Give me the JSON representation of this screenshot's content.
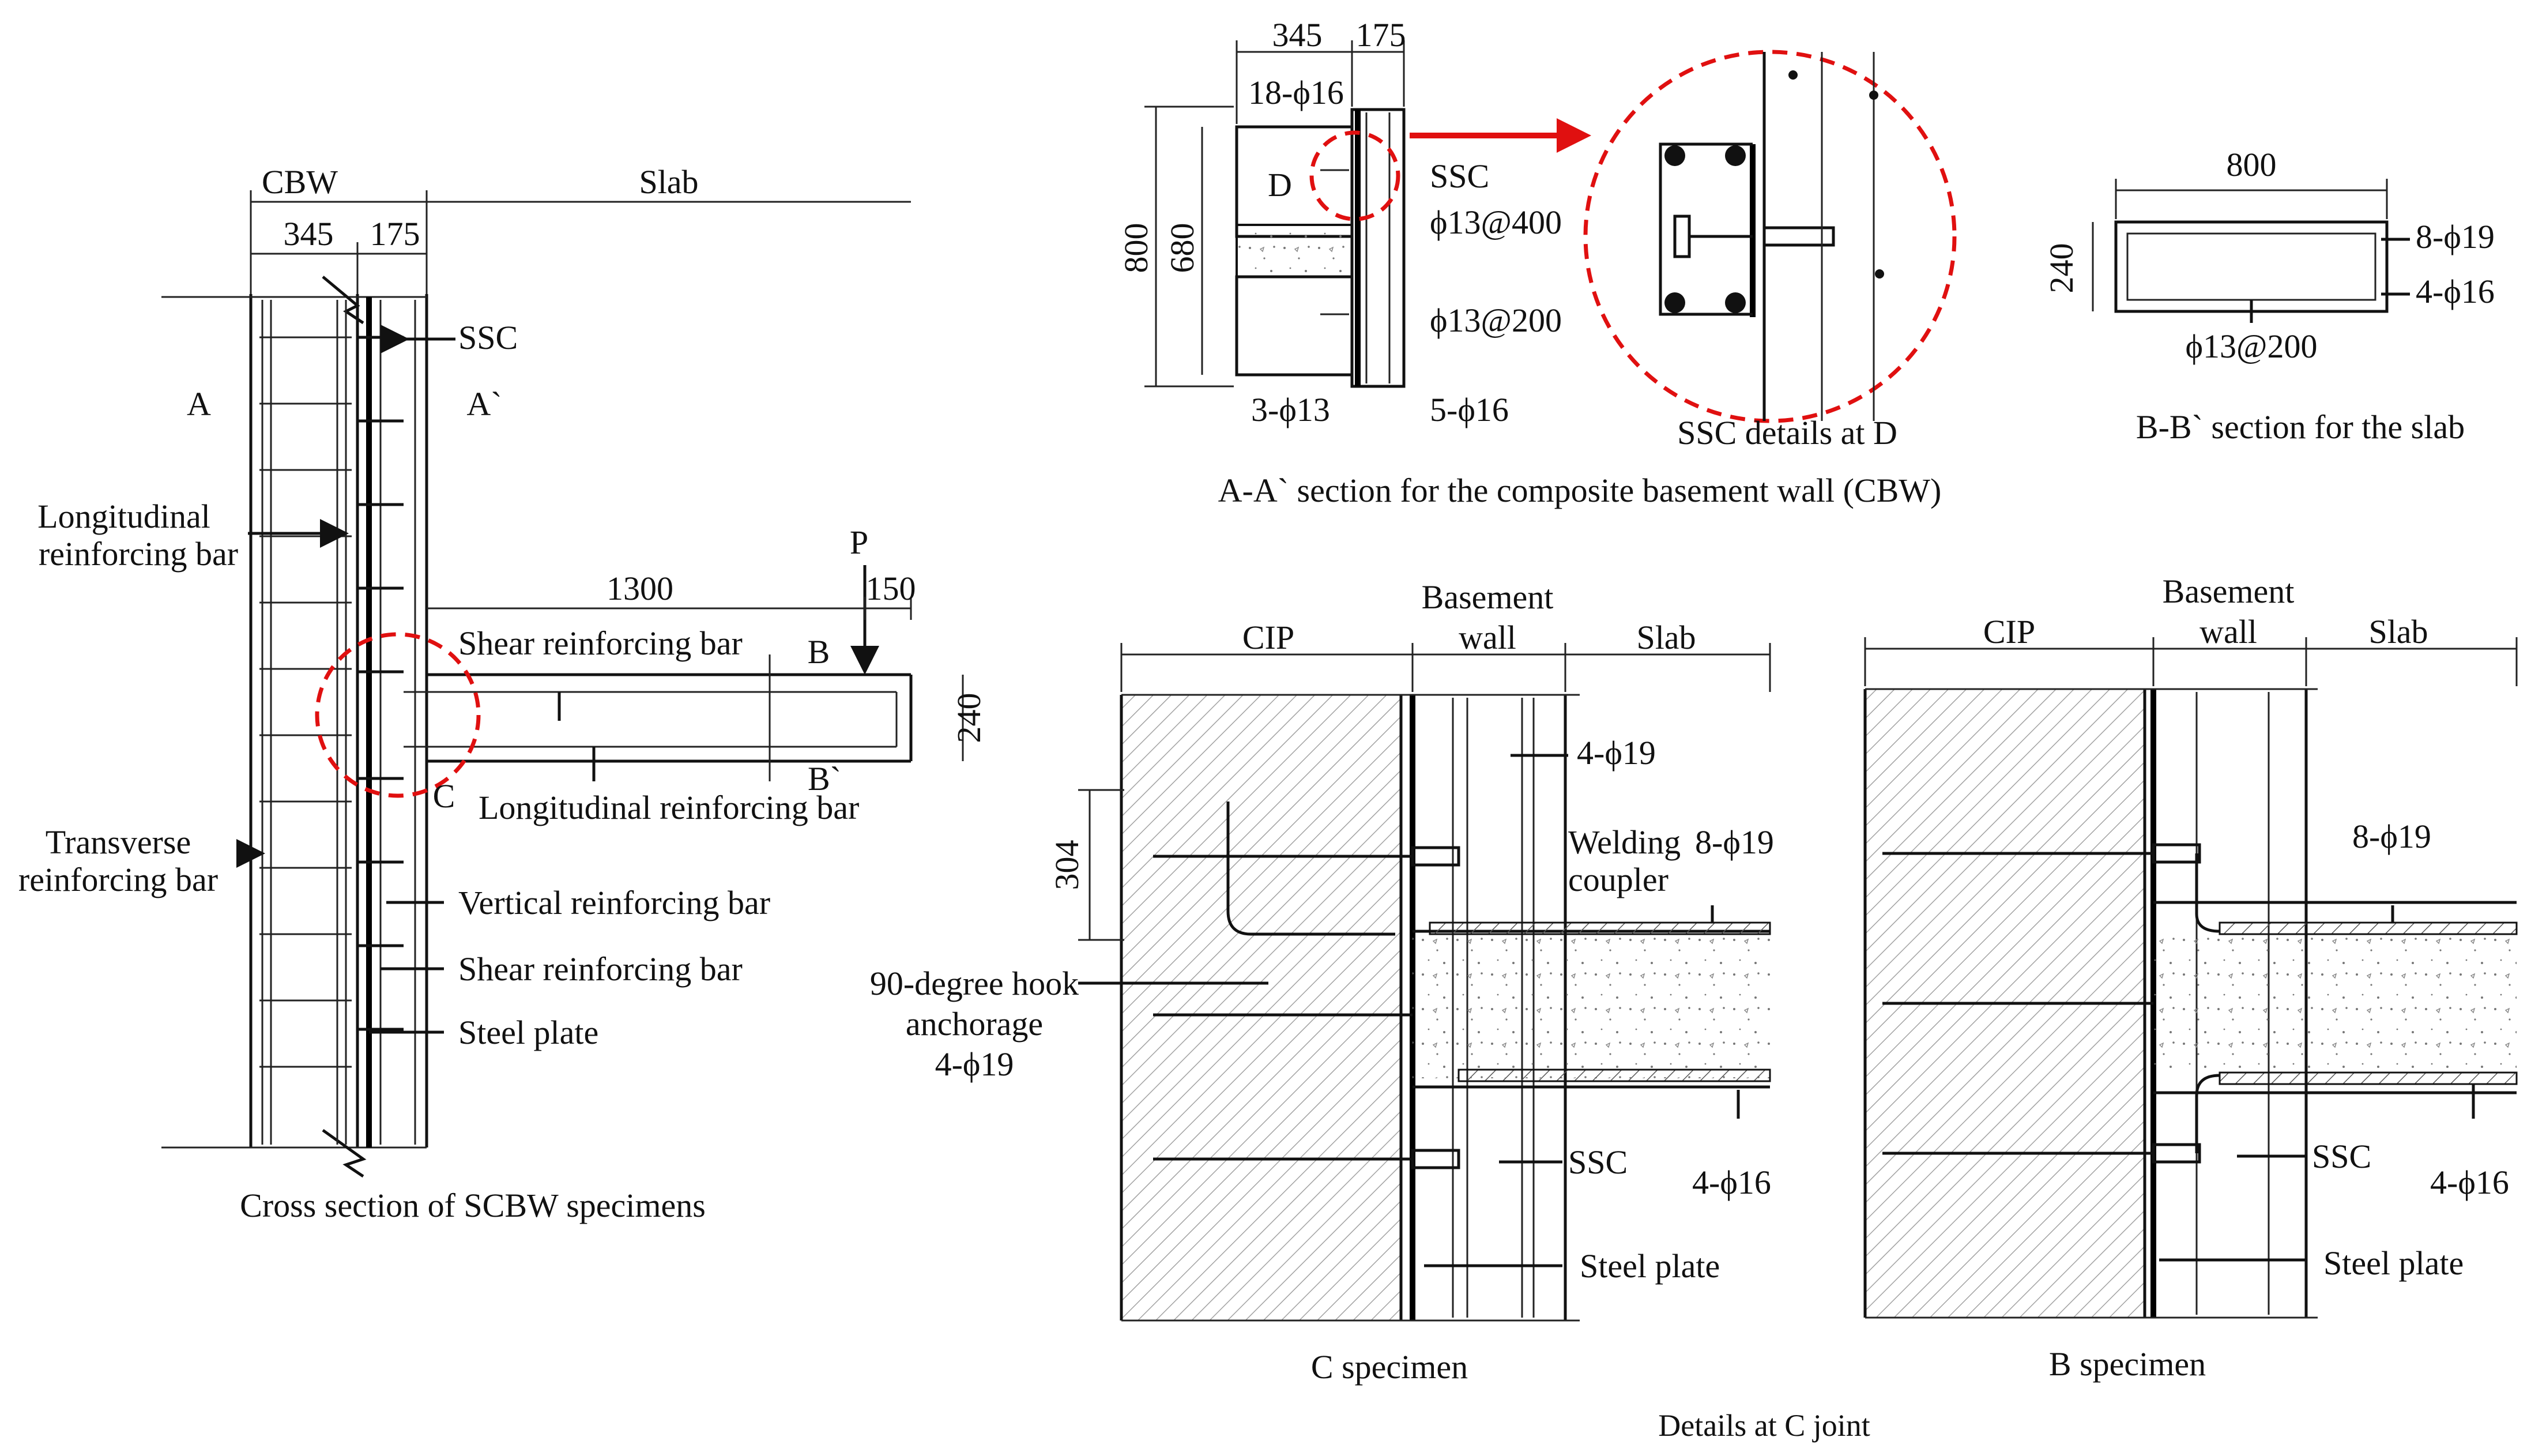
{
  "cross_section": {
    "caption": "Cross section of SCBW specimens",
    "dim_cbw": "CBW",
    "dim_slab": "Slab",
    "dim_345": "345",
    "dim_175": "175",
    "dim_1300": "1300",
    "dim_150": "150",
    "dim_240": "240",
    "load_p": "P",
    "sec_a": "A",
    "sec_a2": "A`",
    "sec_b": "B",
    "sec_b2": "B`",
    "detail_c": "C",
    "lbl_ssc": "SSC",
    "lbl_long_1": "Longitudinal",
    "lbl_long_2": "reinforcing bar",
    "lbl_shear_top": "Shear reinforcing bar",
    "lbl_long_slab": "Longitudinal reinforcing bar",
    "lbl_trans_1": "Transverse",
    "lbl_trans_2": "reinforcing bar",
    "lbl_vertical": "Vertical reinforcing bar",
    "lbl_shear_bot": "Shear reinforcing bar",
    "lbl_steel_plate": "Steel plate"
  },
  "aa_section": {
    "caption": "A-A` section for the composite basement wall (CBW)",
    "dim_345": "345",
    "dim_175": "175",
    "dim_800": "800",
    "dim_680": "680",
    "bar_top": "18-ϕ16",
    "label_d": "D",
    "lbl_ssc": "SSC",
    "bar_400": "ϕ13@400",
    "bar_200": "ϕ13@200",
    "bar_3_13": "3-ϕ13",
    "bar_5_16": "5-ϕ16"
  },
  "ssc_detail": {
    "caption": "SSC details at D"
  },
  "bb_section": {
    "caption": "B-B` section for the slab",
    "dim_800": "800",
    "dim_240": "240",
    "bar_8_19": "8-ϕ19",
    "bar_4_16": "4-ϕ16",
    "bar_200": "ϕ13@200"
  },
  "c_specimen": {
    "caption": "C specimen",
    "hdr_cip": "CIP",
    "hdr_basement_1": "Basement",
    "hdr_basement_2": "wall",
    "hdr_slab": "Slab",
    "bar_4_19_top": "4-ϕ19",
    "lbl_welding_1": "Welding",
    "lbl_welding_2": "coupler",
    "bar_8_19": "8-ϕ19",
    "dim_304": "304",
    "hook_1": "90-degree hook",
    "hook_2": "anchorage",
    "hook_3": "4-ϕ19",
    "lbl_ssc": "SSC",
    "bar_4_16": "4-ϕ16",
    "lbl_steel_plate": "Steel plate"
  },
  "b_specimen": {
    "caption": "B specimen",
    "hdr_cip": "CIP",
    "hdr_basement_1": "Basement",
    "hdr_basement_2": "wall",
    "hdr_slab": "Slab",
    "bar_8_19": "8-ϕ19",
    "lbl_ssc": "SSC",
    "bar_4_16": "4-ϕ16",
    "lbl_steel_plate": "Steel plate"
  },
  "joint_caption": "Details at C joint",
  "colors": {
    "line": "#111111",
    "highlight": "#e01010",
    "background": "#ffffff"
  }
}
